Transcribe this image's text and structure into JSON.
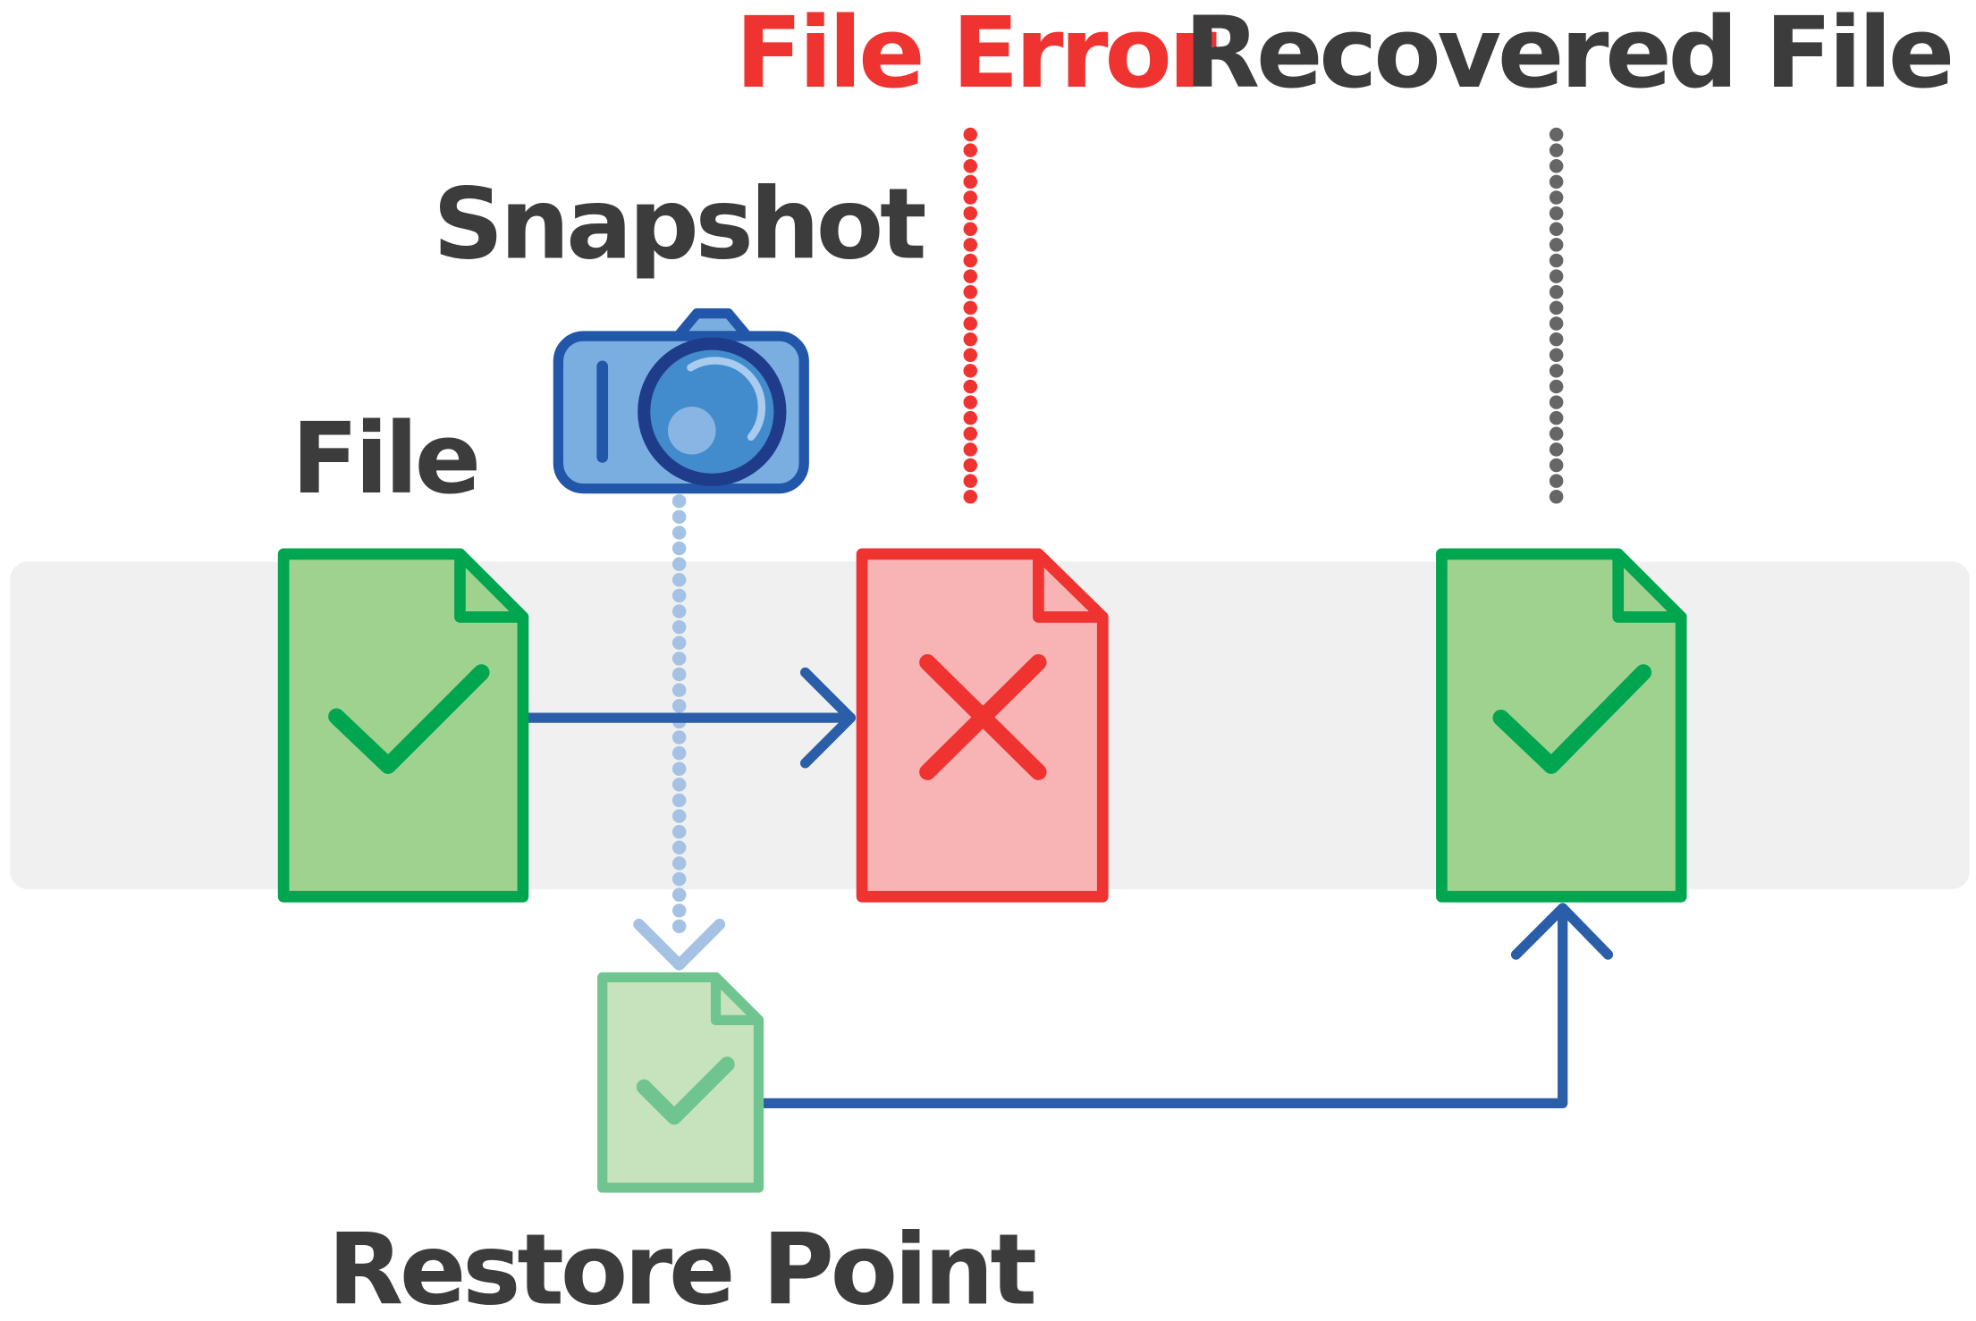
{
  "labels": {
    "file": "File",
    "snapshot": "Snapshot",
    "file_error": "File Error",
    "recovered_file": "Recovered File",
    "restore_point": "Restore Point"
  },
  "colors": {
    "band": "#f0f0f0",
    "ok_fill": "#9fd28f",
    "ok_stroke": "#00a54f",
    "err_fill": "#f8b4b4",
    "err_stroke": "#ee3331",
    "restore_fill": "#c6e3bd",
    "restore_stroke": "#70c48f",
    "arrow": "#2b5ea8",
    "snapshot_dots": "#a5c2e5",
    "error_dots": "#ee3331",
    "recovered_dots": "#666666",
    "label_dark": "#3c3c3c",
    "label_error": "#ee3331",
    "camera_body": "#7aaee0",
    "camera_stroke": "#2256a8",
    "lens_ring": "#1f3c8a",
    "lens_fill": "#428bcc",
    "lens_highlight": "#a8cbee"
  },
  "icons": {
    "file": "file-check-icon",
    "snapshot": "camera-icon",
    "file_error": "file-error-icon",
    "recovered_file": "file-check-icon",
    "restore_point": "file-check-icon"
  }
}
